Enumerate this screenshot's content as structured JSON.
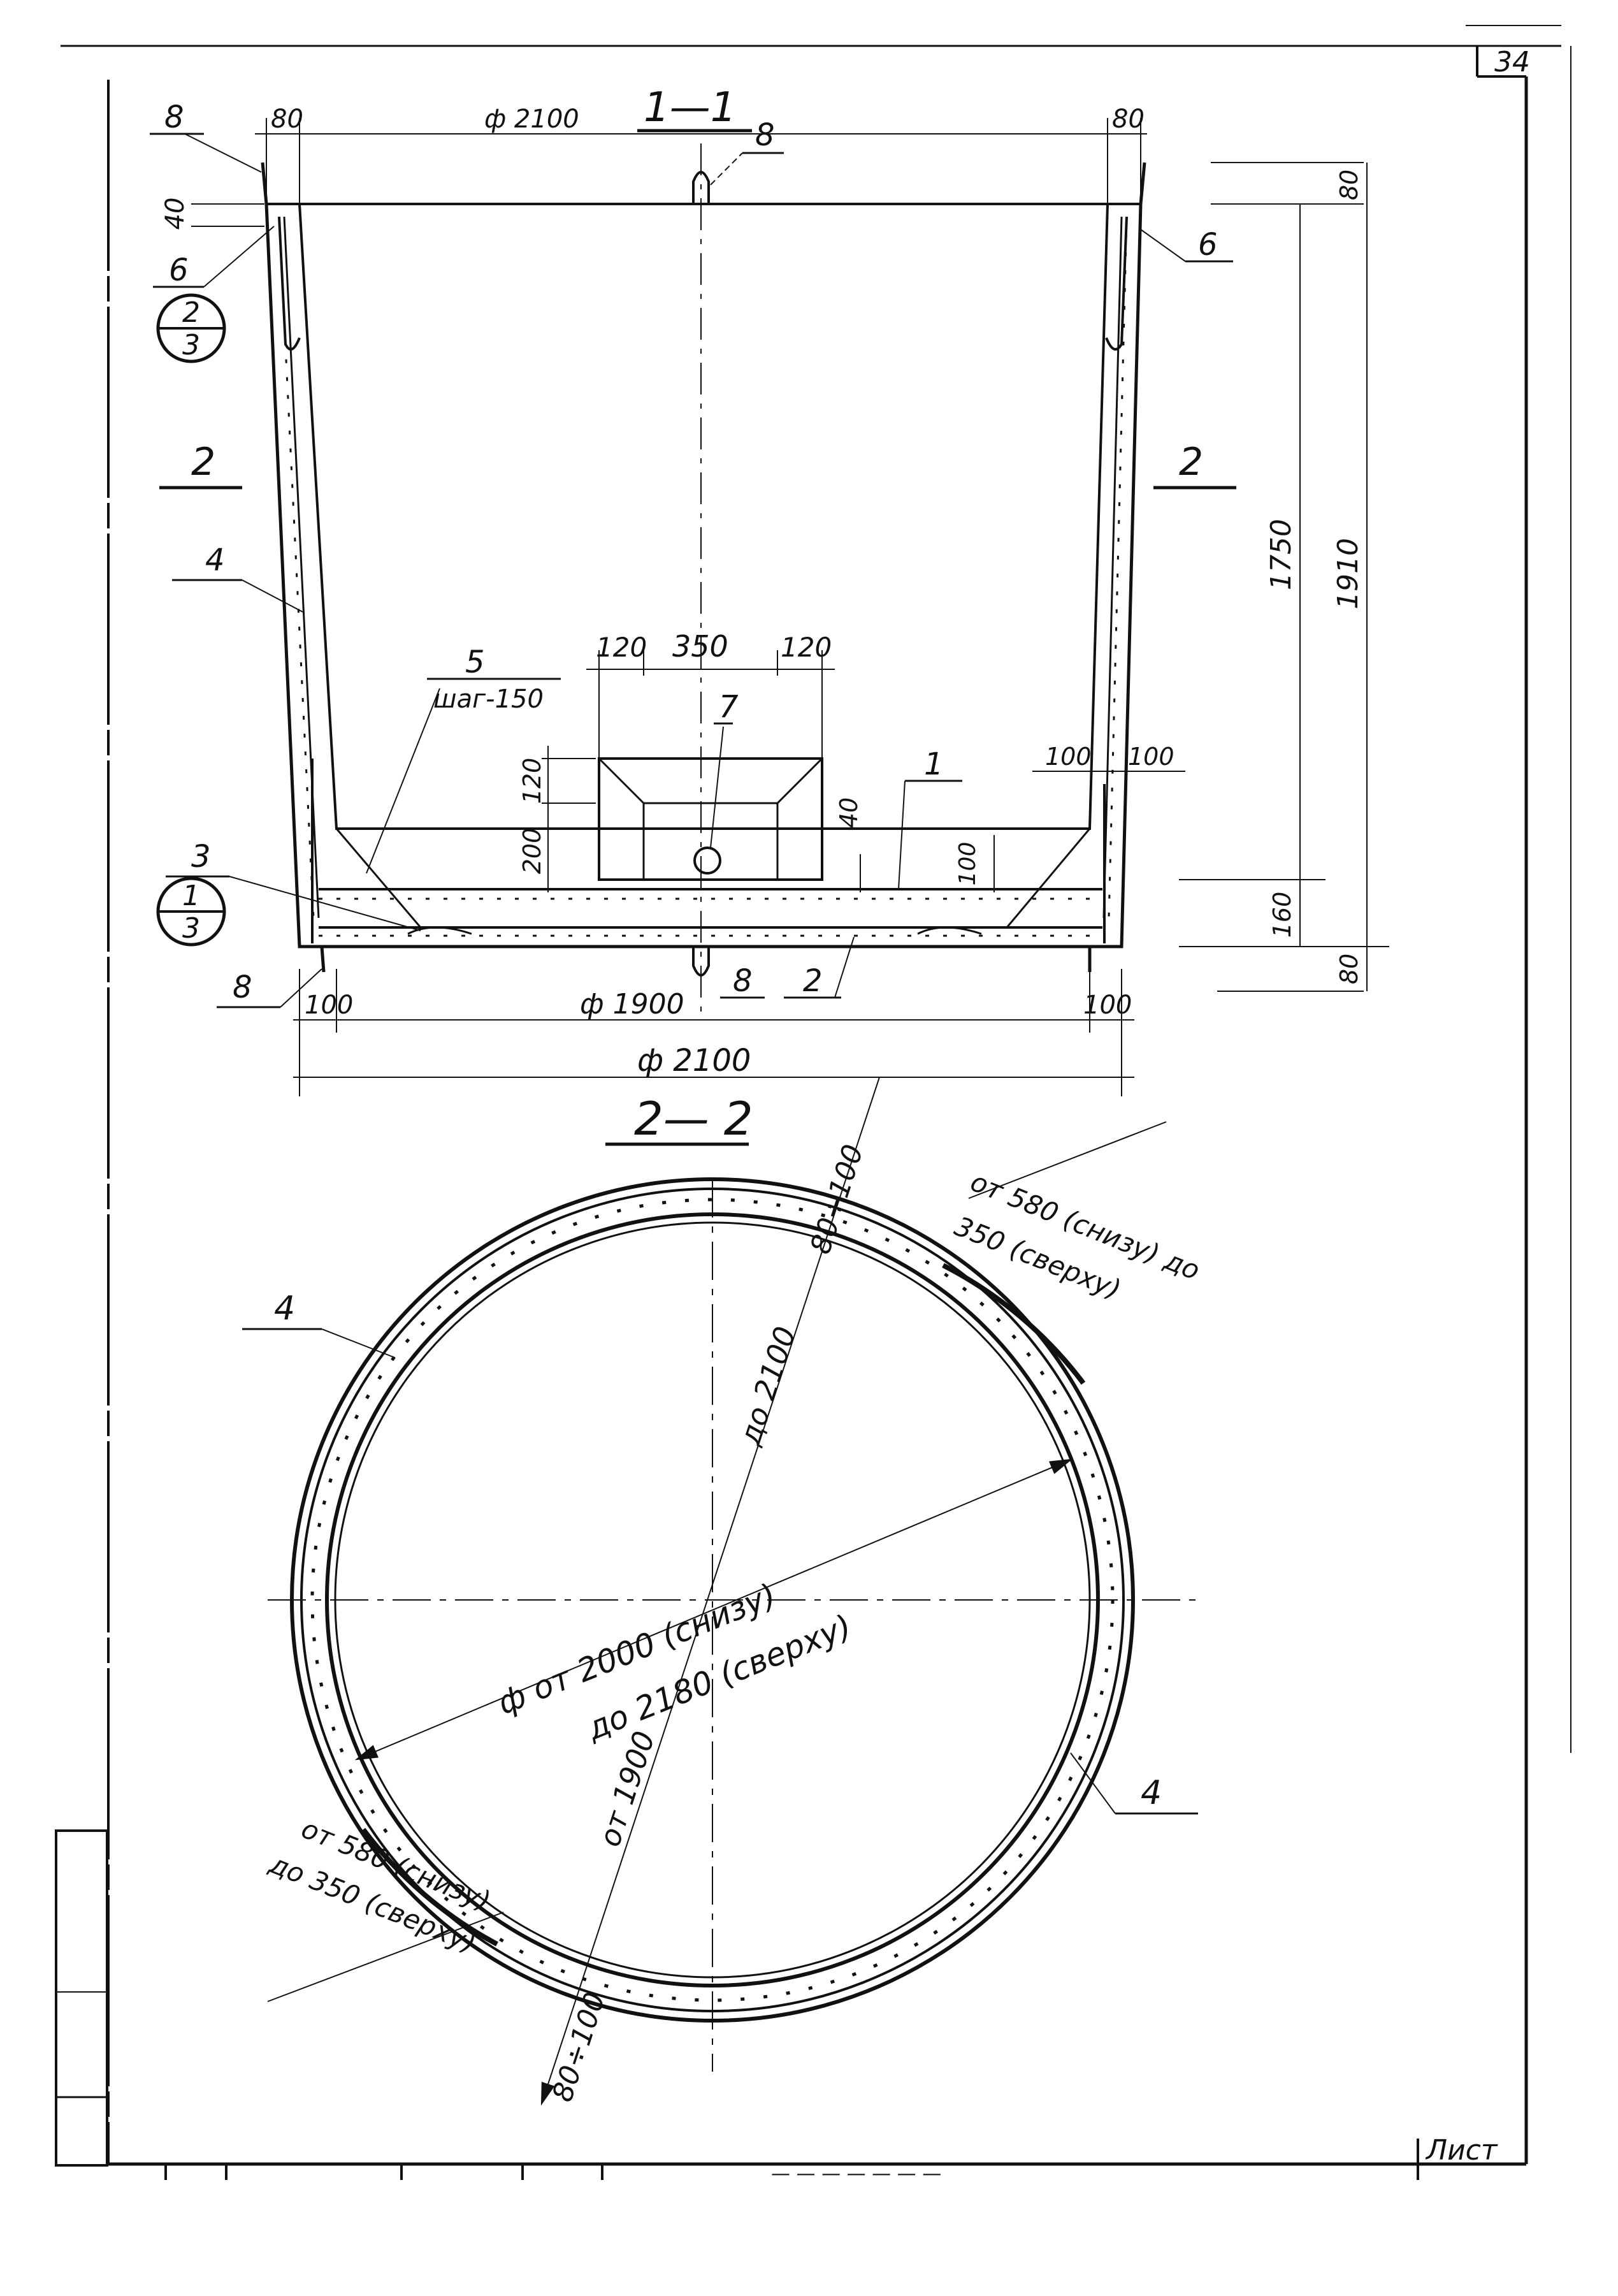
{
  "sheet": {
    "number": "34",
    "stamp_label": "Лист",
    "partial_code": "— — — — — — —"
  },
  "section_1_1": {
    "title": "1—1",
    "dims": {
      "top_wall_left": "80",
      "top_diameter": "ф 2100",
      "top_wall_right": "80",
      "rim_40": "40",
      "height_1750": "1750",
      "height_1910": "1910",
      "top_80": "80",
      "bottom_160": "160",
      "bottom_80": "80",
      "sump_120_left": "120",
      "sump_350": "350",
      "sump_120_right": "120",
      "sump_depth_120": "120",
      "sump_200": "200",
      "sump_40": "40",
      "slab_100": "100",
      "right_100_a": "100",
      "right_100_b": "100",
      "bottom_100_left": "100",
      "bottom_diameter_inner": "ф 1900",
      "bottom_100_right": "100",
      "bottom_diameter_outer": "ф 2100"
    },
    "callouts": {
      "c1": "1",
      "c2": "2",
      "c3": "3",
      "c4": "4",
      "c5": "5",
      "c5_sub": "шаг-150",
      "c6_left": "6",
      "c6_right": "6",
      "c7": "7",
      "c8_top_left": "8",
      "c8_top_center": "8",
      "c8_bottom_left": "8",
      "c8_bottom_center": "8"
    },
    "section_marks": {
      "left": "2",
      "right": "2"
    },
    "nodes": {
      "node_upper": {
        "num": "2",
        "den": "3"
      },
      "node_lower": {
        "num": "1",
        "den": "3"
      }
    }
  },
  "section_2_2": {
    "title": "2— 2",
    "labels": {
      "wall_80_100_top": "80÷100",
      "wall_80_100_bottom": "80÷100",
      "do_2100": "до 2100",
      "ot_1900": "от 1900",
      "diam_line1": "ф от  2000  (снизу)",
      "diam_line2": "до  2180  (сверху)",
      "lap_top_1": "от 580 (снизу) до",
      "lap_top_2": "350 (сверху)",
      "lap_bot_1": "от 580 (снизу)",
      "lap_bot_2": "до 350 (сверху)",
      "c4_left": "4",
      "c4_right": "4"
    }
  }
}
